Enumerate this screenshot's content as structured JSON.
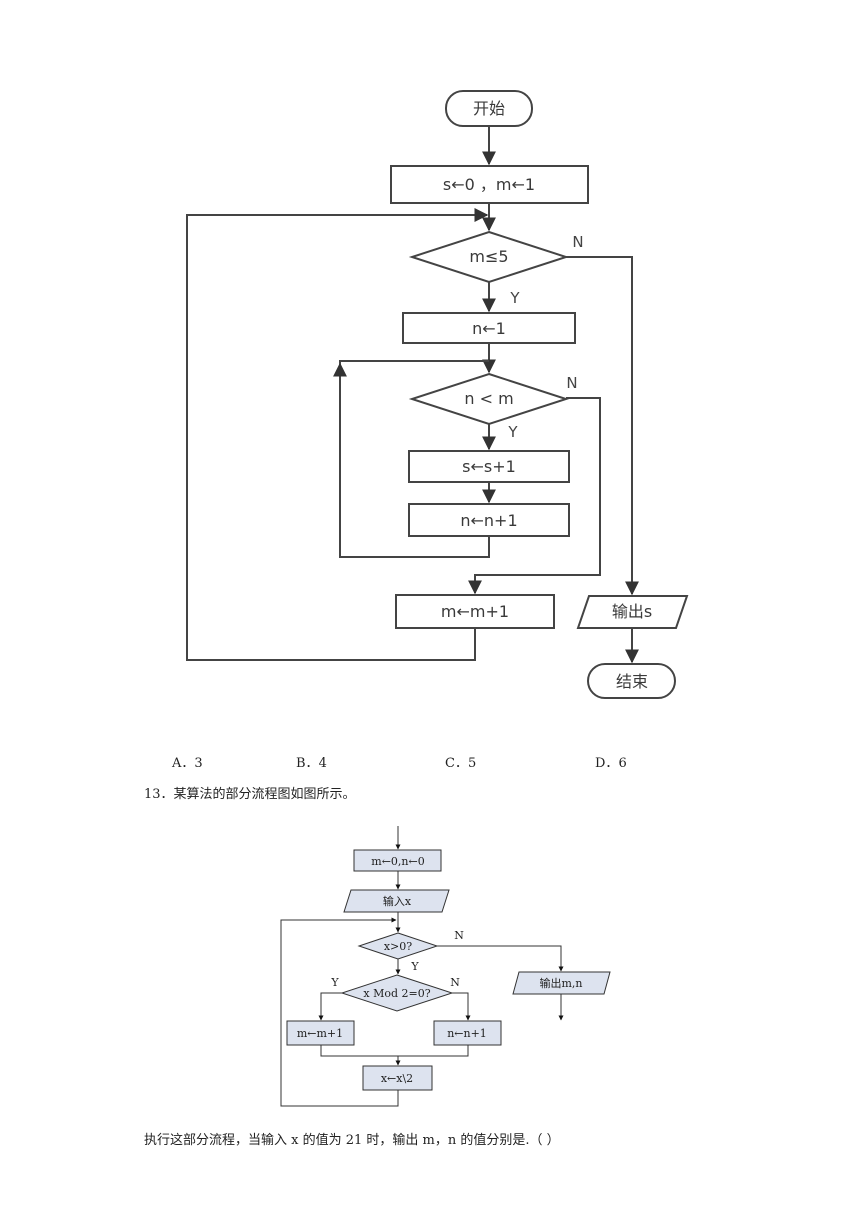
{
  "flowchart1": {
    "start": "开始",
    "init": "s←0 ，m←1",
    "cond_outer": "m≤5",
    "set_n": "n←1",
    "cond_inner": "n < m",
    "inc_s": "s←s+1",
    "inc_n": "n←n+1",
    "inc_m": "m←m+1",
    "output": "输出s",
    "end": "结束",
    "label_n_outer": "N",
    "label_y_outer": "Y",
    "label_n_inner": "N",
    "label_y_inner": "Y"
  },
  "options": [
    {
      "letter": "A．",
      "value": "3"
    },
    {
      "letter": "B．",
      "value": "4"
    },
    {
      "letter": "C．",
      "value": "5"
    },
    {
      "letter": "D．",
      "value": "6"
    }
  ],
  "question13": {
    "text": "13．某算法的部分流程图如图所示。",
    "footer": "执行这部分流程，当输入 x 的值为 21 时，输出 m，n 的值分别是.（    ）"
  },
  "flowchart2": {
    "init": "m←0,n←0",
    "input": "输入x",
    "cond": "x>0?",
    "cond2": "x Mod 2=0?",
    "inc_m": "m←m+1",
    "inc_n": "n←n+1",
    "divide": "x←x\\2",
    "output": "输出m,n",
    "label_n1": "N",
    "label_y1": "Y",
    "label_y2": "Y",
    "label_n2": "N"
  }
}
